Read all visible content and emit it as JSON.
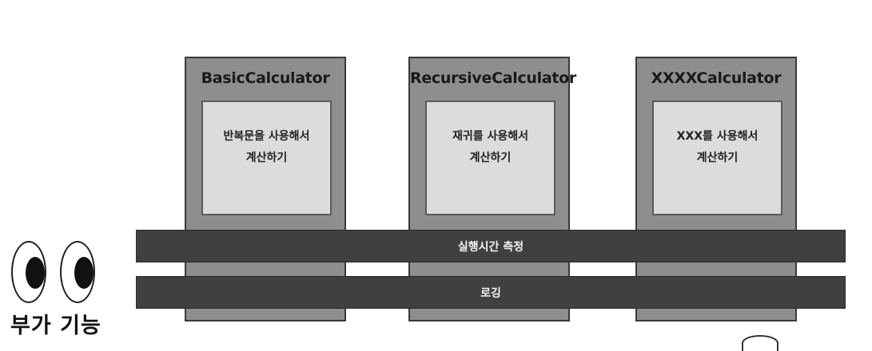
{
  "calculators": [
    {
      "title": "BasicCalculator",
      "description": "반복문을 사용해서\n계산하기"
    },
    {
      "title": "RecursiveCalculator",
      "description": "재귀를 사용해서\n계산하기"
    },
    {
      "title": "XXXXCalculator",
      "description": "XXX를 사용해서\n계산하기"
    }
  ],
  "cross_cutting": {
    "timing_label": "실행시간 측정",
    "logging_label": "로깅"
  },
  "caption": "부가 기능",
  "colors": {
    "box_fill": "#8e8e8e",
    "inner_fill": "#dcdcdc",
    "bar_fill": "#404040",
    "bar_text": "#f4f4f4"
  }
}
